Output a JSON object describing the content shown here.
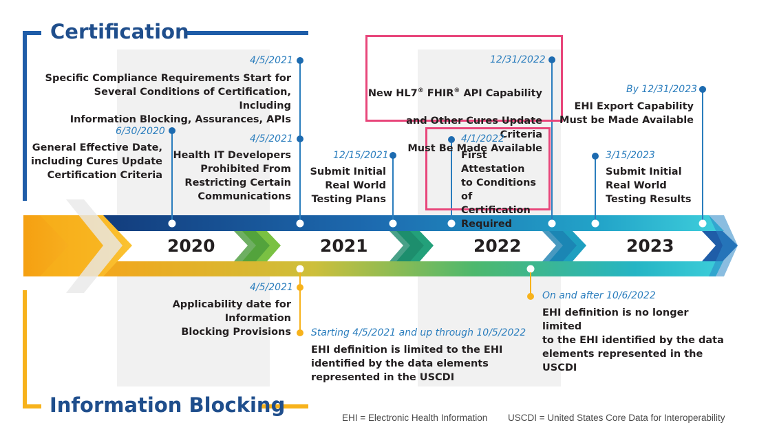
{
  "certification": {
    "title": "Certification",
    "events": [
      {
        "date": "4/5/2021",
        "text": "Specific Compliance Requirements Start for\nSeveral Conditions of Certification, Including\nInformation Blocking, Assurances, APIs"
      },
      {
        "date": "6/30/2020",
        "text": "General Effective Date,\nincluding Cures Update\nCertification Criteria"
      },
      {
        "date": "4/5/2021",
        "text": "Health IT Developers\nProhibited From\nRestricting Certain\nCommunications"
      },
      {
        "date": "12/15/2021",
        "text": "Submit Initial\nReal World\nTesting Plans"
      },
      {
        "date": "12/31/2022",
        "text_line1_a": "New HL7",
        "text_line1_b": " FHIR",
        "text_line1_c": " API Capability",
        "reg": "®",
        "text_rest": "and Other Cures Update Criteria\nMust Be Made Available"
      },
      {
        "date": "4/1/2022",
        "text": "First Attestation\nto Conditions of\nCertification\nRequired"
      },
      {
        "date": "By 12/31/2023",
        "text": "EHI Export Capability\nMust be Made Available"
      },
      {
        "date": "3/15/2023",
        "text": "Submit Initial\nReal World\nTesting Results"
      }
    ]
  },
  "timeline": {
    "years": [
      "2020",
      "2021",
      "2022",
      "2023"
    ]
  },
  "information_blocking": {
    "title": "Information Blocking",
    "events": [
      {
        "date": "4/5/2021",
        "text": "Applicability date for Information\nBlocking Provisions"
      },
      {
        "date": "Starting 4/5/2021 and up through 10/5/2022",
        "text": "EHI definition is limited to the EHI\nidentified by the data elements\nrepresented in the USCDI"
      },
      {
        "date": "On and after 10/6/2022",
        "text": "EHI definition is no longer limited\nto the EHI identified by the data\nelements represented in the USCDI"
      }
    ]
  },
  "footer": {
    "ehi": "EHI = Electronic Health Information",
    "uscdi": "USCDI = United States Core Data for Interoperability"
  },
  "colors": {
    "certification_blue": "#1f4e8c",
    "info_blocking_orange": "#f7b21b",
    "highlight_pink": "#e8457a",
    "date_blue": "#2a7dbd"
  }
}
